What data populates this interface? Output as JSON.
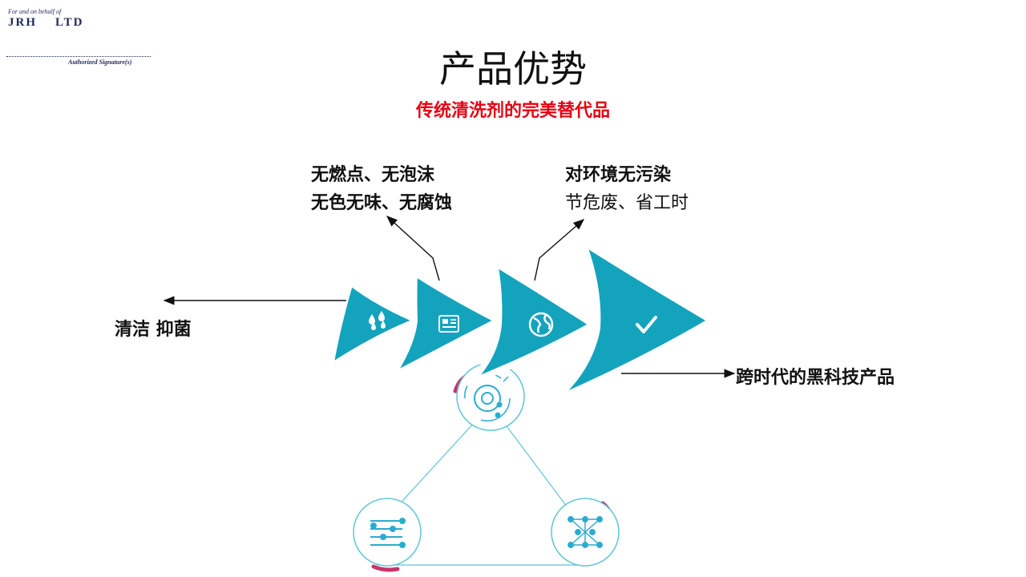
{
  "stamp": {
    "header": "For and on behalf of",
    "company": "JRH    LTD",
    "signature_label": "Authorized Signature(s)"
  },
  "title": "产品优势",
  "subtitle": "传统清洗剂的完美替代品",
  "features": {
    "left": "清洁  抑菌",
    "top_left_line1": "无燃点、无泡沫",
    "top_left_line2": "无色无味、无腐蚀",
    "top_right_line1": "对环境无污染",
    "top_right_line2": "节危废、省工时",
    "right": "跨时代的黑科技产品"
  },
  "colors": {
    "accent": "#14a3bd",
    "highlight": "#e60012",
    "ring": "#5fc5d8",
    "pink": "#c8356a"
  },
  "icons": [
    "water-drops-icon",
    "newspaper-icon",
    "globe-icon",
    "checkmark-icon",
    "target-icon",
    "layers-icon",
    "network-icon"
  ]
}
